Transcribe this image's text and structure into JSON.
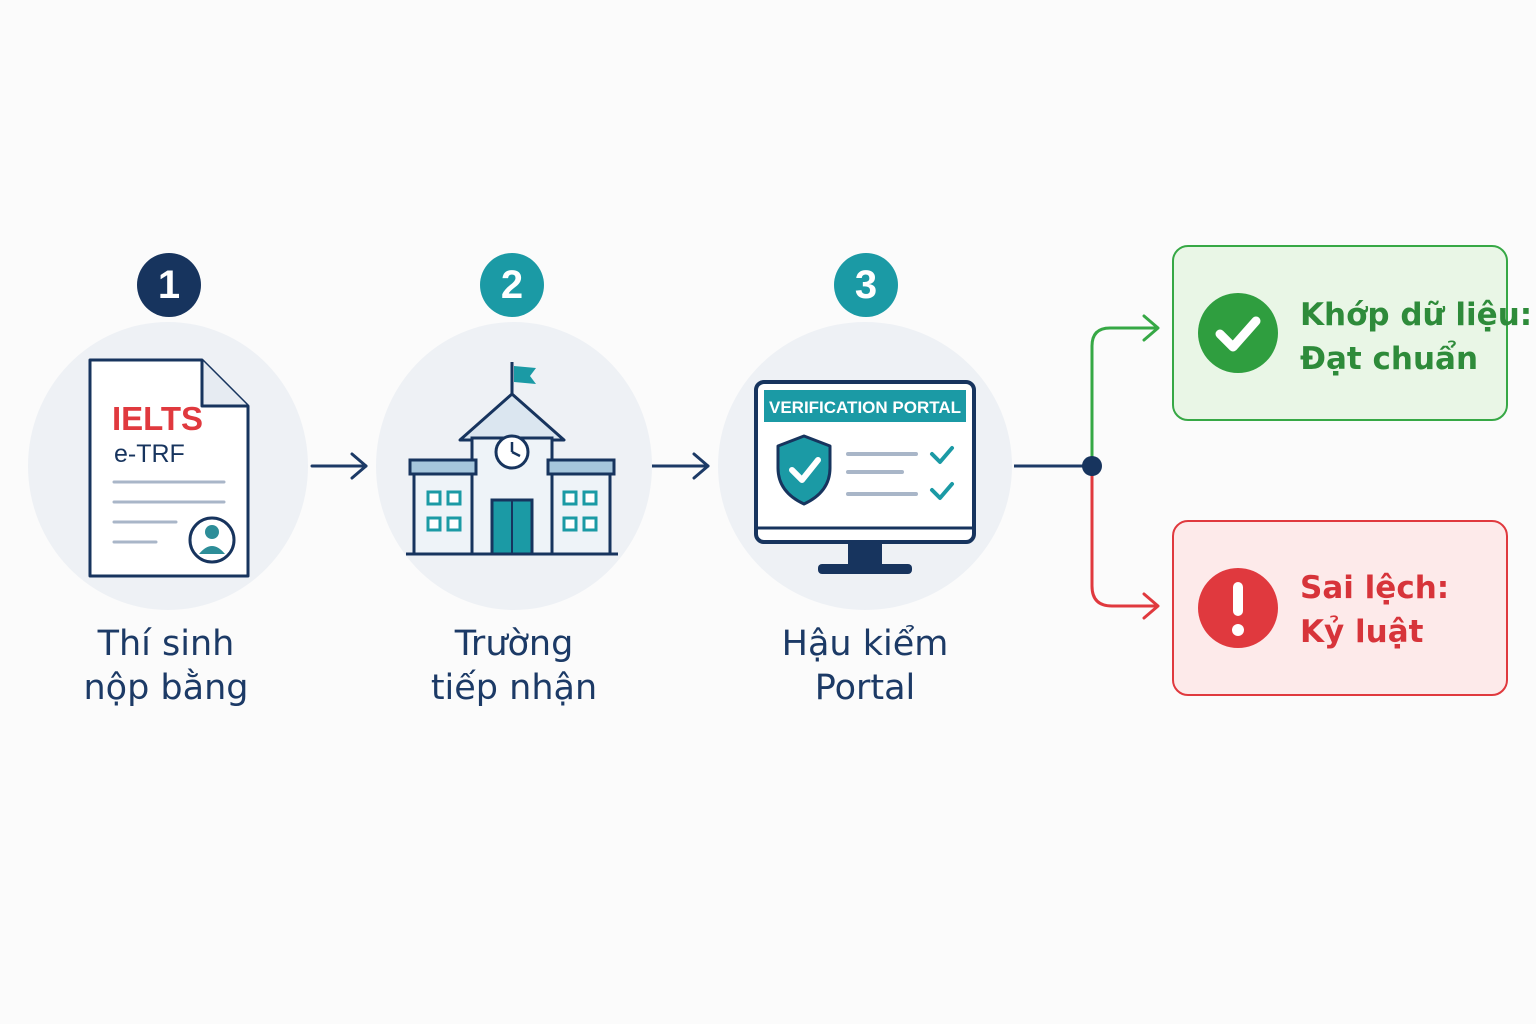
{
  "steps": [
    {
      "number": "1",
      "line1": "Thí sinh",
      "line2": "nộp bằng",
      "icon": "certificate-document-icon"
    },
    {
      "number": "2",
      "line1": "Trường",
      "line2": "tiếp nhận",
      "icon": "school-building-icon"
    },
    {
      "number": "3",
      "line1": "Hậu kiểm",
      "line2": "Portal",
      "icon": "verification-monitor-icon"
    }
  ],
  "document": {
    "title": "IELTS",
    "subtitle": "e-TRF"
  },
  "portal": {
    "header": "VERIFICATION PORTAL"
  },
  "outcomes": {
    "success": {
      "line1": "Khớp dữ liệu:",
      "line2": "Đạt chuẩn",
      "icon": "check-circle-icon"
    },
    "failure": {
      "line1": "Sai lệch:",
      "line2": "Kỷ luật",
      "icon": "exclamation-circle-icon"
    }
  },
  "colors": {
    "navy": "#17345e",
    "teal": "#1b9aa5",
    "red": "#e0393e",
    "green": "#36a845",
    "success_bg": "#e9f6e6",
    "failure_bg": "#fdeaea"
  }
}
